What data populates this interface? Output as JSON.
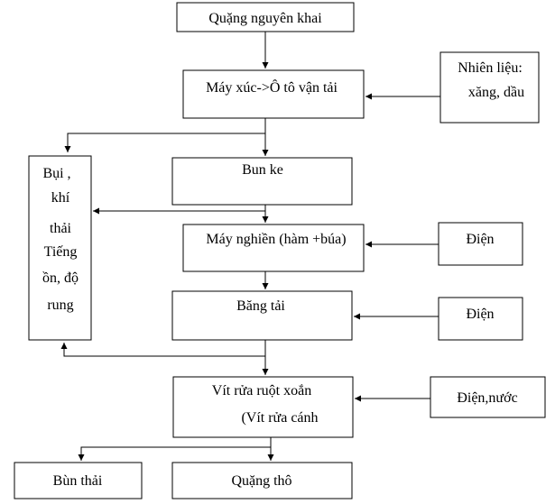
{
  "nodes": {
    "raw_ore": {
      "lines": [
        "Quặng nguyên khai"
      ]
    },
    "excavator": {
      "lines": [
        "Máy xúc->Ô tô vận tải"
      ]
    },
    "fuel": {
      "lines": [
        "Nhiên liệu:",
        "xăng, dầu"
      ]
    },
    "hopper": {
      "lines": [
        "Bun ke"
      ]
    },
    "emissions": {
      "lines": [
        "Bụi ,",
        "khí",
        "thải",
        "Tiếng",
        "ồn, độ",
        "rung"
      ]
    },
    "crusher": {
      "lines": [
        "Máy nghiền (hàm +búa)"
      ]
    },
    "power_crusher": {
      "lines": [
        "Điện"
      ]
    },
    "conveyor": {
      "lines": [
        "Băng tải"
      ]
    },
    "power_conveyor": {
      "lines": [
        "Điện"
      ]
    },
    "screw_washer": {
      "lines": [
        "Vít rửa ruột xoắn",
        "(Vít rửa cánh"
      ]
    },
    "power_water": {
      "lines": [
        "Điện,nước"
      ]
    },
    "sludge": {
      "lines": [
        "Bùn thải"
      ]
    },
    "crude_ore": {
      "lines": [
        "Quặng thô"
      ]
    }
  }
}
